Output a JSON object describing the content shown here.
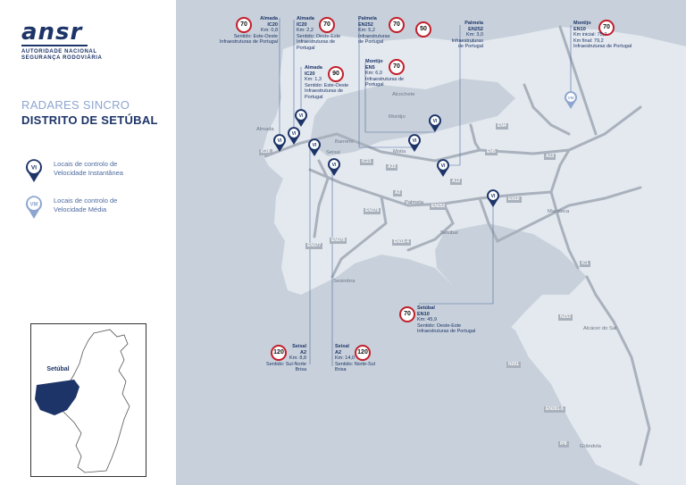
{
  "logo": {
    "mark": "ansr",
    "subtitle_line1": "AUTORIDADE NACIONAL",
    "subtitle_line2": "SEGURANÇA RODOVIÁRIA"
  },
  "heading": {
    "line1": "RADARES SINCRO",
    "line2": "DISTRITO DE SETÚBAL"
  },
  "legend": [
    {
      "pin": "VI",
      "line1": "Locais de controlo de",
      "line2": "Velocidade Instantânea",
      "color": "#1d3468"
    },
    {
      "pin": "VM",
      "line1": "Locais de controlo de",
      "line2": "Velocidade Média",
      "color": "#8ea6cf"
    }
  ],
  "inset": {
    "label": "Setúbal"
  },
  "colors": {
    "navy": "#1d3468",
    "light_blue": "#8ea6cf",
    "sign_red": "#c21f2b",
    "map_bg": "#c8d1db",
    "land": "#e4e9ef",
    "road": "#a9b1bc"
  },
  "callouts": [
    {
      "id": "almada-1",
      "speed": "70",
      "line1": "Almada",
      "line2": "IC20",
      "line3": "Km: 0,8",
      "line4": "Sentido: Este-Oeste",
      "line5": "Infraestruturas de Portugal"
    },
    {
      "id": "almada-2",
      "speed": "70",
      "line1": "Almada",
      "line2": "IC20",
      "line3": "Km: 2,2",
      "line4": "Sentido: Oeste-Este",
      "line5": "Infraestruturas de",
      "line6": "Portugal"
    },
    {
      "id": "almada-3",
      "speed": "90",
      "line1": "Almada",
      "line2": "IC20",
      "line3": "Km: 1,3",
      "line4": "Sentido: Este-Oeste",
      "line5": "Infraestruturas de",
      "line6": "Portugal"
    },
    {
      "id": "palmela-1",
      "speed": "70",
      "line1": "Palmela",
      "line2": "EN252",
      "line3": "Km: 5,2",
      "line4": "Infraestruturas",
      "line5": "de Portugal"
    },
    {
      "id": "palmela-2",
      "speed": "50",
      "line1": "Palmela",
      "line2": "EN252",
      "line3": "Km: 3,0",
      "line4": "Infraestruturas",
      "line5": "de Portugal"
    },
    {
      "id": "montijo-1",
      "speed": "70",
      "line1": "Montijo",
      "line2": "EN5",
      "line3": "Km: 6,0",
      "line4": "Infraestruturas de",
      "line5": "Portugal"
    },
    {
      "id": "montijo-2",
      "speed": "70",
      "line1": "Montijo",
      "line2": "EN10",
      "line3": "Km inicial: 75,7",
      "line4": "Km final: 79,2",
      "line5": "Infraestruturas de Portugal"
    },
    {
      "id": "setubal-1",
      "speed": "70",
      "line1": "Setúbal",
      "line2": "EN10",
      "line3": "Km: 45,9",
      "line4": "Sentido: Oeste-Este",
      "line5": "Infraestruturas de Portugal"
    },
    {
      "id": "seixal-1",
      "speed": "120",
      "line1": "Seixal",
      "line2": "A2",
      "line3": "Km: 8,8",
      "line4": "Sentido: Sul-Norte",
      "line5": "Brisa"
    },
    {
      "id": "seixal-2",
      "speed": "120",
      "line1": "Seixal",
      "line2": "A2",
      "line3": "Km: 14,0",
      "line4": "Sentido: Norte-Sul",
      "line5": "Brisa"
    }
  ],
  "places": [
    "Almada",
    "Alcochete",
    "Montijo",
    "Barreiro",
    "Seixal",
    "Moita",
    "Palmela",
    "Setúbal",
    "Sesimbra",
    "Marateca",
    "Alcácer do Sal",
    "Grândola"
  ],
  "roads": [
    "IC20",
    "A2",
    "IC21",
    "A33",
    "A12",
    "EN5",
    "EN4",
    "A13",
    "EN10",
    "EN252",
    "EN379",
    "EN377",
    "EN378",
    "EN10-4",
    "IC1",
    "N253",
    "N261",
    "EN261-5",
    "IP8"
  ],
  "pins": [
    "VI",
    "VI",
    "VI",
    "VI",
    "VI",
    "VI",
    "VI",
    "VI",
    "VI",
    "VM"
  ]
}
